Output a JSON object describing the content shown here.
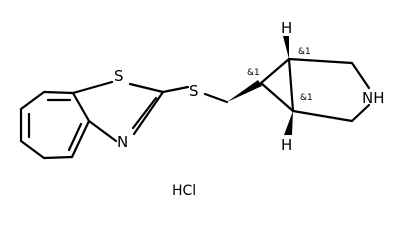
{
  "molecule": {
    "atoms": {
      "sulfur_ring": "S",
      "nitrogen_ring": "N",
      "sulfur_linker": "S",
      "nitrogen_amine": "NH",
      "h_top": "H",
      "h_bottom": "H"
    },
    "stereo_labels": {
      "top": "&1",
      "left": "&1",
      "bottom": "&1"
    },
    "salt": "HCl"
  }
}
